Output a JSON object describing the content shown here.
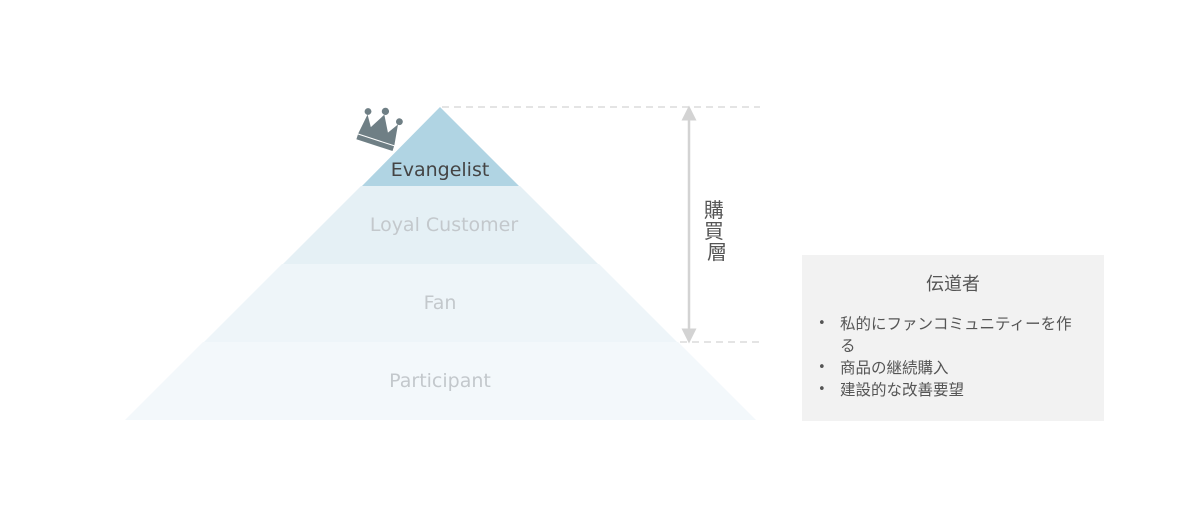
{
  "pyramid": {
    "tiers": [
      {
        "label": "Evangelist",
        "fill": "#b0d4e3",
        "text_color": "#444444"
      },
      {
        "label": "Loyal Customer",
        "fill": "#e5f0f5",
        "text_color": "#c3c8cc"
      },
      {
        "label": "Fan",
        "fill": "#eef5f9",
        "text_color": "#c3c8cc"
      },
      {
        "label": "Participant",
        "fill": "#f3f8fb",
        "text_color": "#c3c8cc"
      }
    ],
    "crown_color": "#6f7f85"
  },
  "purchase_range": {
    "label": "購買層",
    "arrow_color": "#d3d3d3"
  },
  "info_box": {
    "title": "伝道者",
    "items": [
      "私的にファンコミュニティーを作る",
      "商品の継続購入",
      "建設的な改善要望"
    ]
  }
}
